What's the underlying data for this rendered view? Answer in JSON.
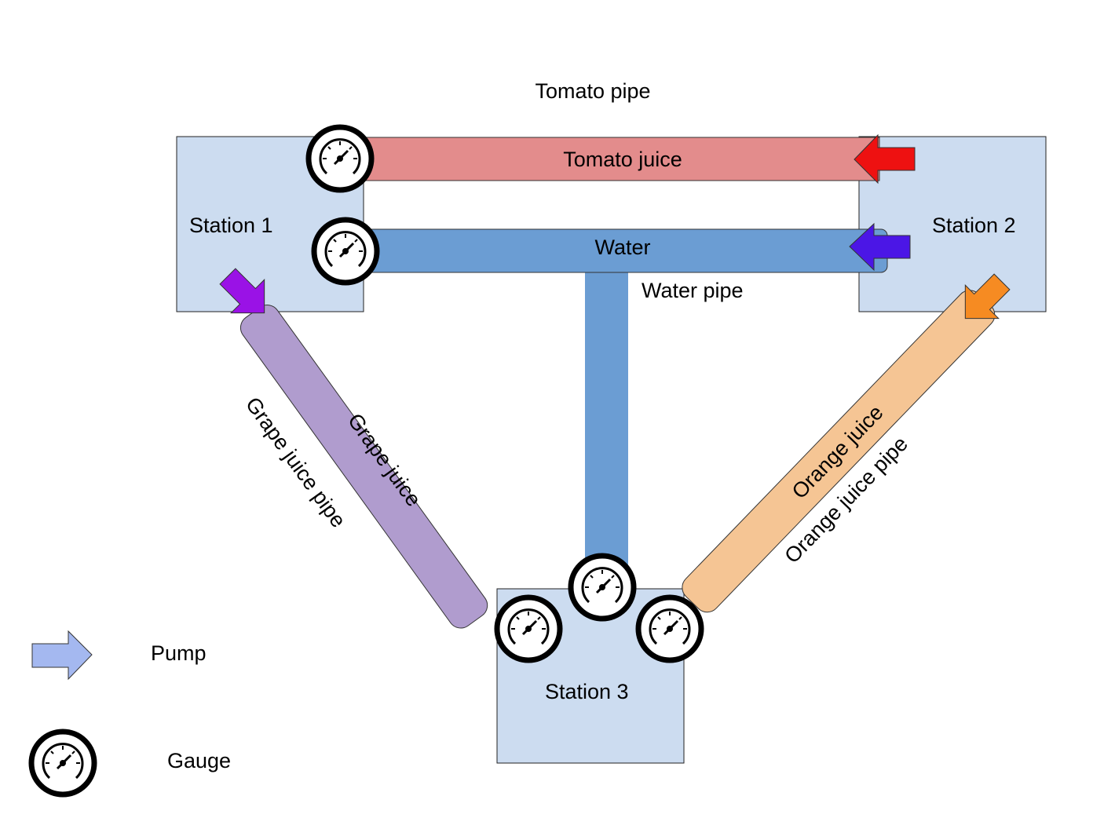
{
  "diagram": {
    "pipe_labels": {
      "tomato": "Tomato pipe",
      "water": "Water pipe",
      "grape": "Grape juice pipe",
      "orange": "Orange juice pipe"
    },
    "stations": [
      {
        "id": "station1",
        "label": "Station 1"
      },
      {
        "id": "station2",
        "label": "Station 2"
      },
      {
        "id": "station3",
        "label": "Station 3"
      }
    ],
    "pipes": [
      {
        "id": "tomato",
        "label": "Tomato juice",
        "color": "#e38c8c"
      },
      {
        "id": "water",
        "label": "Water",
        "color": "#6b9dd3"
      },
      {
        "id": "grape",
        "label": "Grape juice",
        "color": "#b09cce"
      },
      {
        "id": "orange",
        "label": "Orange juice",
        "color": "#f5c594"
      }
    ],
    "pumps": [
      {
        "id": "tomato-pump",
        "color": "#ee1111"
      },
      {
        "id": "water-pump",
        "color": "#4b16e6"
      },
      {
        "id": "grape-pump",
        "color": "#9a12e6"
      },
      {
        "id": "orange-pump",
        "color": "#f68b22"
      }
    ],
    "station_color": "#ccdcf0",
    "legend": {
      "pump_label": "Pump",
      "gauge_label": "Gauge",
      "pump_color": "#a4b8f0"
    }
  }
}
